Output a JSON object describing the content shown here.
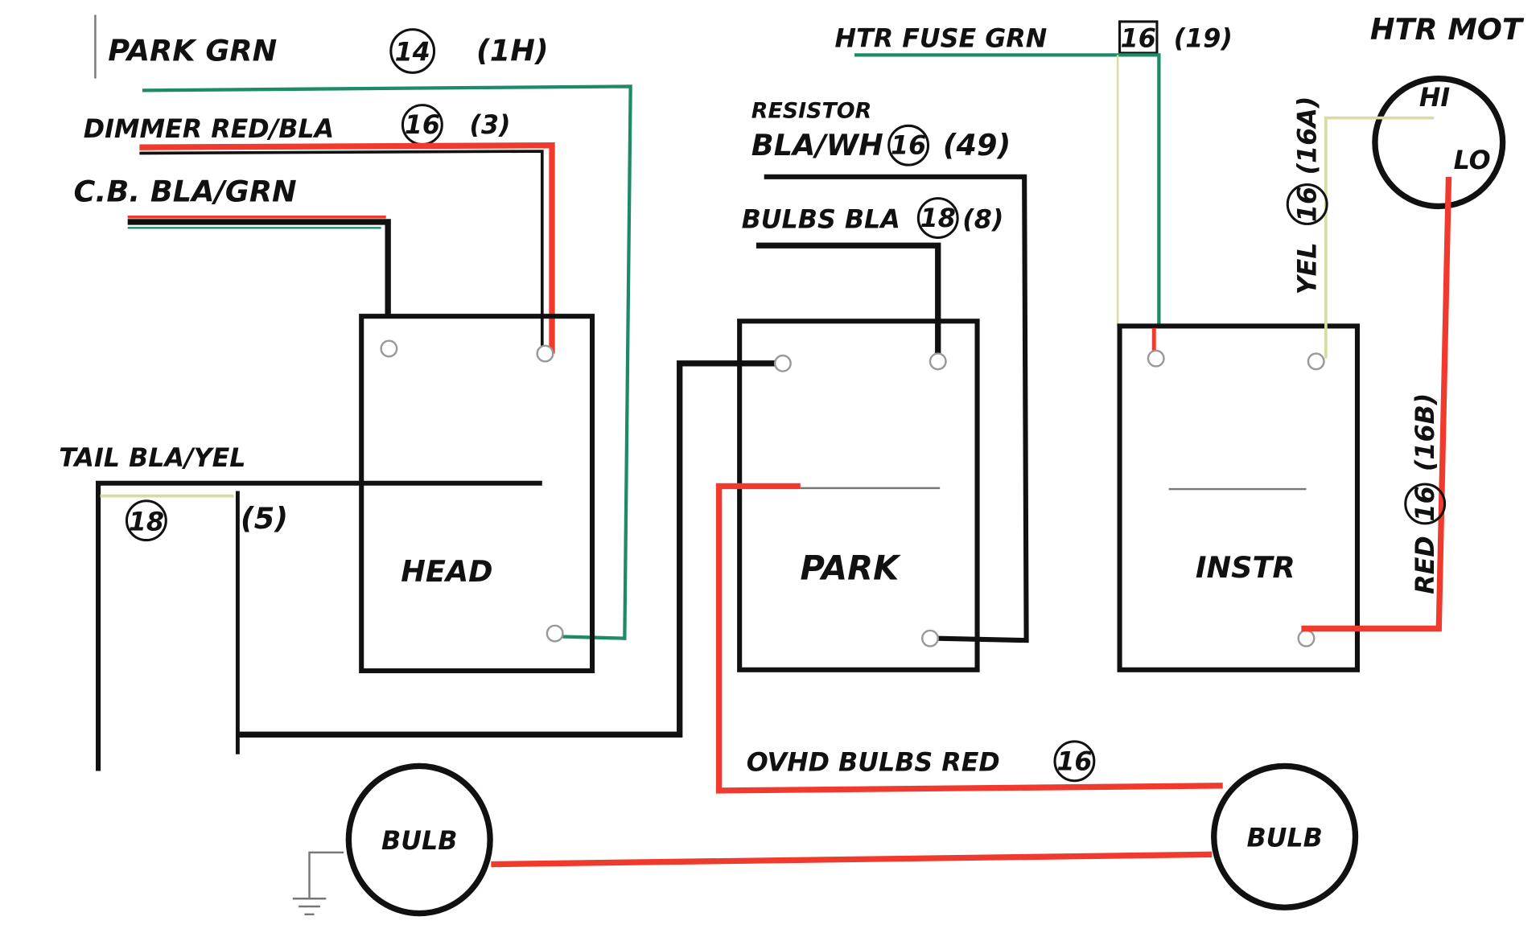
{
  "labels": {
    "park_grn": "PARK  GRN",
    "park_grn_gauge": "14",
    "park_grn_circuit": "(1H)",
    "dimmer": "DIMMER  RED/BLA",
    "dimmer_gauge": "16",
    "dimmer_circuit": "(3)",
    "cb": "C.B. BLA/GRN",
    "tail": "TAIL BLA/YEL",
    "tail_gauge": "18",
    "tail_circuit": "(5)",
    "resistor": "RESISTOR",
    "resistor_wire": "BLA/WH",
    "resistor_gauge": "16",
    "resistor_circuit": "(49)",
    "bulbs_bla": "BULBS BLA",
    "bulbs_gauge": "18",
    "bulbs_circuit": "(8)",
    "htr_fuse": "HTR FUSE  GRN",
    "htr_fuse_gauge": "16",
    "htr_fuse_circuit": "(19)",
    "htr_mot": "HTR MOT",
    "hi": "HI",
    "lo": "LO",
    "yel": "YEL",
    "yel_gauge": "16",
    "yel_circuit": "(16A)",
    "red": "RED",
    "red_gauge": "16",
    "red_circuit": "(16B)",
    "ovhd": "OVHD BULBS  RED",
    "ovhd_gauge": "16"
  },
  "switches": {
    "head": "HEAD",
    "park": "PARK",
    "instr": "INSTR"
  },
  "bulbs": {
    "left": "BULB",
    "right": "BULB"
  },
  "colors": {
    "red_wire": "#f03a2e",
    "green_wire": "#1f8a6a",
    "yellow_wire": "#d8dca0",
    "black_wire": "#111111"
  }
}
